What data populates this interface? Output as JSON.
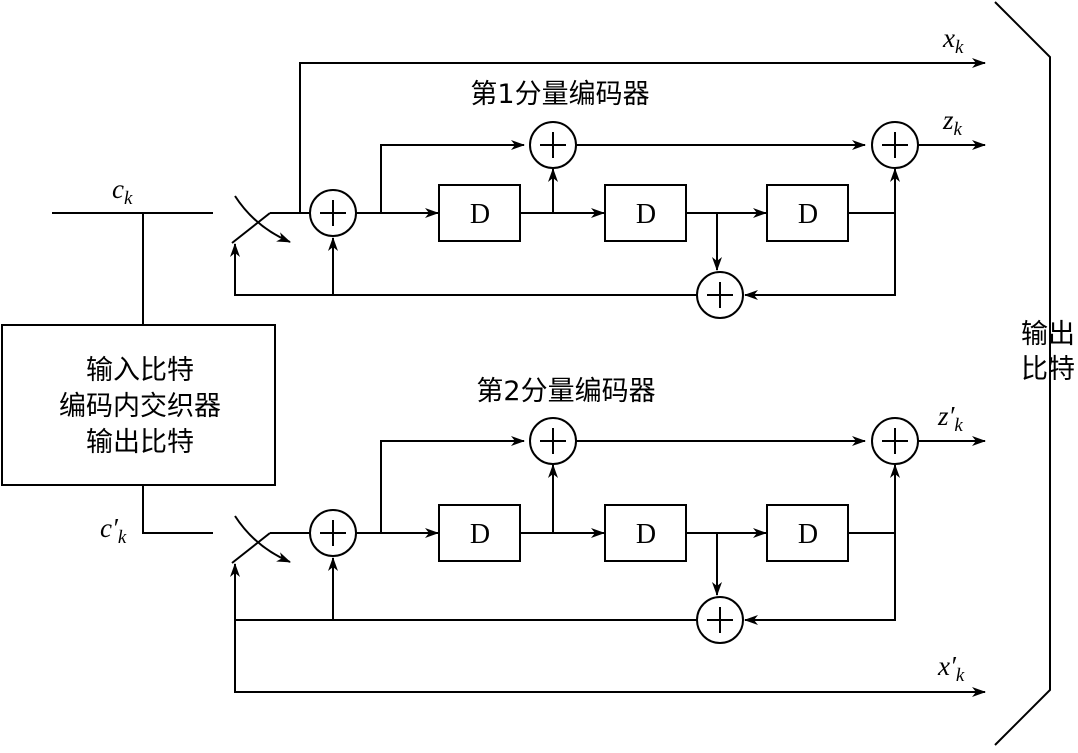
{
  "interleaver": {
    "line1": "输入比特",
    "line2": "编码内交织器",
    "line3": "输出比特"
  },
  "output_bits": {
    "line1": "输出",
    "line2": "比特"
  },
  "encoder1": {
    "title": "第1分量编码器",
    "input": {
      "base": "c",
      "prime": "",
      "sub": "k"
    },
    "systematic_out": {
      "base": "x",
      "prime": "",
      "sub": "k"
    },
    "parity_out": {
      "base": "z",
      "prime": "",
      "sub": "k"
    },
    "delay_label": "D"
  },
  "encoder2": {
    "title": "第2分量编码器",
    "input": {
      "base": "c",
      "prime": "′",
      "sub": "k"
    },
    "systematic_out": {
      "base": "x",
      "prime": "′",
      "sub": "k"
    },
    "parity_out": {
      "base": "z",
      "prime": "′",
      "sub": "k"
    },
    "delay_label": "D"
  },
  "colors": {
    "stroke": "#000000",
    "background": "#ffffff"
  }
}
